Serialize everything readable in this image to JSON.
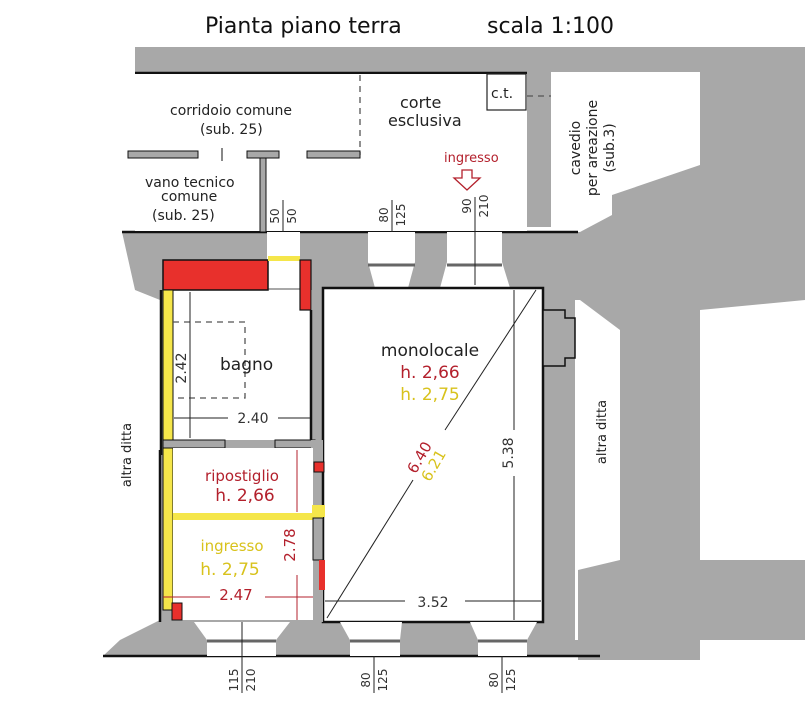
{
  "header": {
    "title": "Pianta piano terra",
    "scale": "scala 1:100"
  },
  "colors": {
    "wall": "#a8a8a8",
    "red": "#e8302c",
    "yellow": "#f5e64a",
    "red_text": "#b3202c",
    "yellow_text": "#d8c21c"
  },
  "labels": {
    "corridoio": "corridoio comune",
    "corridoio_sub": "(sub. 25)",
    "vano1": "vano tecnico",
    "vano2": "comune",
    "vano_sub": "(sub. 25)",
    "corte1": "corte",
    "corte2": "esclusiva",
    "ct": "c.t.",
    "cavedio1": "cavedio",
    "cavedio2": "per areazione",
    "cavedio3": "(sub.3)",
    "ingresso_arrow": "ingresso",
    "altra_ditta_left": "altra ditta",
    "altra_ditta_right": "altra ditta"
  },
  "rooms": {
    "bagno": {
      "name": "bagno",
      "dim_h": "2.42",
      "dim_w": "2.40"
    },
    "monolocale": {
      "name": "monolocale",
      "h_red": "h. 2,66",
      "h_yellow": "h. 2,75",
      "diag_red": "6.40",
      "diag_yellow": "6.21",
      "dim_h": "5.38",
      "dim_w": "3.52"
    },
    "ripostiglio": {
      "name": "ripostiglio",
      "h": "h. 2,66"
    },
    "ingresso": {
      "name": "ingresso",
      "h": "h. 2,75",
      "dim_w": "2.47",
      "dim_h": "2.78"
    }
  },
  "openings": {
    "top": [
      {
        "a": "50",
        "b": "50"
      },
      {
        "a": "80",
        "b": "125"
      },
      {
        "a": "90",
        "b": "210"
      }
    ],
    "bottom": [
      {
        "a": "115",
        "b": "210"
      },
      {
        "a": "80",
        "b": "125"
      },
      {
        "a": "80",
        "b": "125"
      }
    ]
  }
}
